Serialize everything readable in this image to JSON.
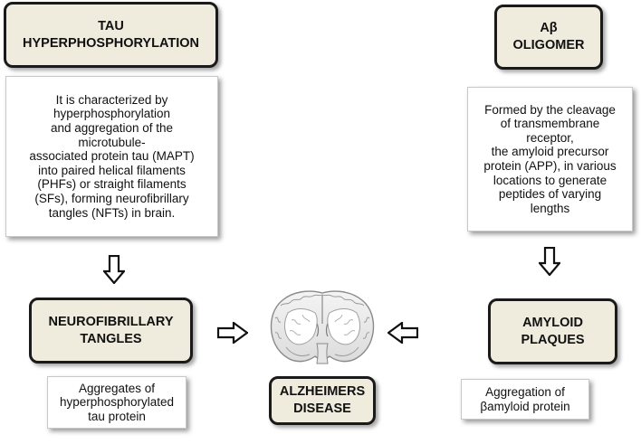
{
  "tau": {
    "title": "TAU\nHYPERPHOSPHORYLATION",
    "description": "It is characterized by\nhyperphosphorylation\nand aggregation of the\nmicrotubule-\nassociated protein tau (MAPT)\ninto paired helical filaments\n(PHFs) or straight filaments\n(SFs), forming neurofibrillary\ntangles (NFTs) in brain."
  },
  "abeta": {
    "title": "Aβ\nOLIGOMER",
    "description": "Formed by the cleavage\nof  transmembrane\nreceptor,\nthe amyloid precursor\nprotein (APP), in various\nlocations to generate\npeptides of varying\nlengths"
  },
  "tangles": {
    "title": "NEUROFIBRILLARY\nTANGLES",
    "description": "Aggregates of\nhyperphosphorylated\ntau protein"
  },
  "plaques": {
    "title": "AMYLOID\nPLAQUES",
    "description": "Aggregation of\nβamyloid protein"
  },
  "disease": {
    "title": "ALZHEIMERS\nDISEASE"
  },
  "icons": {
    "center": "brain-coronal-section-icon",
    "arrows": "hollow-arrow-icon"
  },
  "colors": {
    "title_fill": "#efebdd",
    "border": "#1a1a1a"
  }
}
